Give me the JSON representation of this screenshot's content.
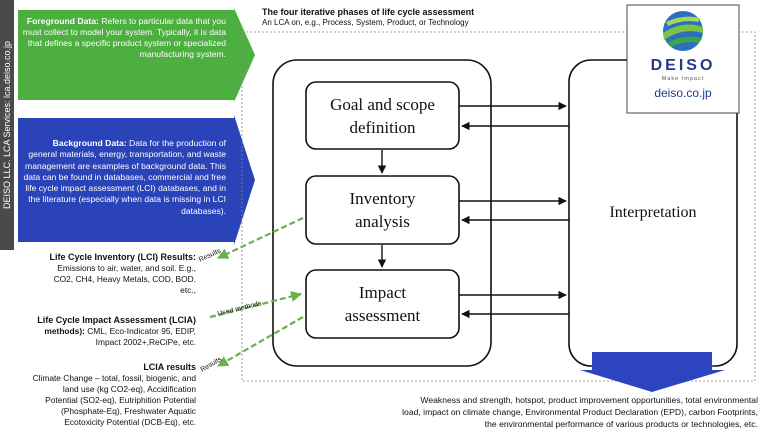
{
  "sidebar": {
    "label": "DEISO LLC. LCA Services: lca.deiso.co.jp"
  },
  "foreground": {
    "title": "Foreground Data:",
    "text": "Refers to particular data that you must collect to model your system. Typically, it is data that defines a specific product system or specialized manufacturing system."
  },
  "background": {
    "title": "Background  Data:",
    "text": "Data for the production of general materials, energy, transportation, and waste management are examples of background data. This data can be found in databases, commercial and free life cycle impact assessment (LCI) databases,  and in the literature (especially when data is missing in LCI databases)."
  },
  "header": {
    "title": "The four iterative phases of life cycle assessment",
    "subtitle": "An LCA on, e.g., Process, System, Product, or Technology"
  },
  "phases": {
    "goal": [
      "Goal and scope",
      "definition"
    ],
    "inventory": [
      "Inventory",
      "analysis"
    ],
    "impact": [
      "Impact",
      "assessment"
    ],
    "interpretation": "Interpretation"
  },
  "logo": {
    "brand": "DEISO",
    "tagline": "Make Impact",
    "domain": "deiso.co.jp"
  },
  "lci_results": {
    "title": "Life Cycle Inventory (LCI) Results:",
    "lines": [
      "Emissions to air, water, and soil. E.g.,",
      "CO2, CH4, Heavy Metals, COD, BOD.",
      "etc.,"
    ]
  },
  "lcia_methods": {
    "title_line1": "Life Cycle Impact Assessment (LCIA)",
    "title_line2": "methods):",
    "line2_rest": " CML, Eco-Indicator 95, EDIP,",
    "line3": "Impact 2002+,ReCiPe, etc."
  },
  "lcia_results": {
    "title": "LCIA results",
    "lines": [
      "Climate Change – total, fossil, biogenic, and",
      "land use (kg CO2-eq), Accidification",
      "Potential (SO2-eq), Eutriphition Potential",
      "(Phosphate-Eq), Freshwater Aquatic",
      "Ecotoxicity Potential  (DCB-Eq), etc."
    ]
  },
  "arrow_labels": {
    "results1": "Results",
    "used_methods": "Used methods",
    "results2": "Results"
  },
  "outcomes": {
    "lines": [
      "Weakness and strength, hotspot, product improvement opportunities, total environmental",
      "load, impact on climate change, Environmental Product Declaration (EPD), carbon Footprints,",
      "the environmental performance of various products or technologies, etc."
    ]
  },
  "colors": {
    "green": "#4caf3f",
    "blue": "#2a43b8",
    "arrow_green": "#6ab04c",
    "down_arrow": "#2c44c0",
    "sidebar": "#4a4a4a"
  },
  "icons": {
    "logo_mark": "globe-icon"
  }
}
